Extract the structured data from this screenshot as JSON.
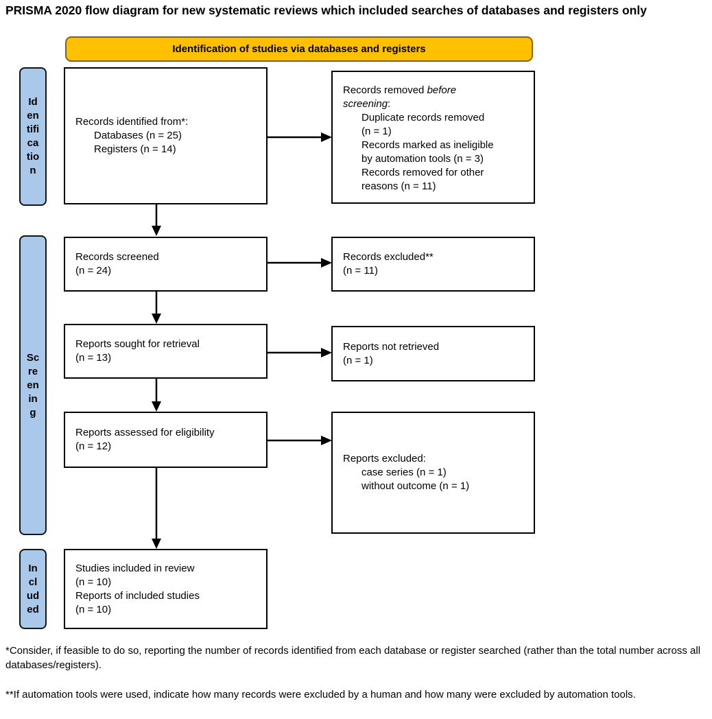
{
  "title": "PRISMA 2020 flow diagram for new systematic reviews which included searches of databases and registers only",
  "banner": {
    "label": "Identification of studies via databases and registers"
  },
  "colors": {
    "banner_bg": "#FFC000",
    "banner_border": "#8A6100",
    "stage_bg": "#A9C8EA",
    "box_border": "#000000"
  },
  "stages": {
    "identification": {
      "label": "Identification",
      "display": "Id\nen\ntifi\nca\ntio\nn"
    },
    "screening": {
      "label": "Screening",
      "display": "Sc\nre\nen\nin\ng"
    },
    "included": {
      "label": "Included",
      "display": "In\ncl\nud\ned"
    }
  },
  "flow_boxes": {
    "records_identified": {
      "lines": [
        {
          "runs": [
            {
              "text": "Records identified from*:"
            }
          ]
        },
        {
          "indent": true,
          "runs": [
            {
              "text": "Databases (n = 25)"
            }
          ]
        },
        {
          "indent": true,
          "runs": [
            {
              "text": "Registers (n = 14)"
            }
          ]
        }
      ]
    },
    "records_removed": {
      "lines": [
        {
          "runs": [
            {
              "text": "Records removed "
            },
            {
              "text": "before",
              "italic": true
            }
          ]
        },
        {
          "runs": [
            {
              "text": "screening",
              "italic": true
            },
            {
              "text": ":"
            }
          ]
        },
        {
          "indent": true,
          "runs": [
            {
              "text": "Duplicate records removed"
            }
          ]
        },
        {
          "indent": true,
          "runs": [
            {
              "text": "(n = 1)"
            }
          ]
        },
        {
          "indent": true,
          "runs": [
            {
              "text": "Records marked as ineligible"
            }
          ]
        },
        {
          "indent": true,
          "runs": [
            {
              "text": "by automation tools (n = 3)"
            }
          ]
        },
        {
          "indent": true,
          "runs": [
            {
              "text": "Records removed for other"
            }
          ]
        },
        {
          "indent": true,
          "runs": [
            {
              "text": "reasons (n = 11)"
            }
          ]
        }
      ]
    },
    "records_screened": {
      "lines": [
        {
          "runs": [
            {
              "text": "Records screened"
            }
          ]
        },
        {
          "runs": [
            {
              "text": "(n = 24)"
            }
          ]
        }
      ]
    },
    "records_excluded": {
      "lines": [
        {
          "runs": [
            {
              "text": "Records excluded**"
            }
          ]
        },
        {
          "runs": [
            {
              "text": "(n = 11)"
            }
          ]
        }
      ]
    },
    "reports_sought": {
      "lines": [
        {
          "runs": [
            {
              "text": "Reports sought for retrieval"
            }
          ]
        },
        {
          "runs": [
            {
              "text": "(n = 13)"
            }
          ]
        }
      ]
    },
    "reports_not_retrieved": {
      "lines": [
        {
          "runs": [
            {
              "text": "Reports not retrieved"
            }
          ]
        },
        {
          "runs": [
            {
              "text": "(n = 1)"
            }
          ]
        }
      ]
    },
    "reports_assessed": {
      "lines": [
        {
          "runs": [
            {
              "text": "Reports assessed for eligibility"
            }
          ]
        },
        {
          "runs": [
            {
              "text": "(n = 12)"
            }
          ]
        }
      ]
    },
    "reports_excluded": {
      "lines": [
        {
          "runs": [
            {
              "text": "Reports excluded:"
            }
          ]
        },
        {
          "indent": true,
          "runs": [
            {
              "text": "case series (n = 1)"
            }
          ]
        },
        {
          "indent": true,
          "runs": [
            {
              "text": "without outcome (n = 1)"
            }
          ]
        }
      ]
    },
    "studies_included": {
      "lines": [
        {
          "runs": [
            {
              "text": "Studies included in review"
            }
          ]
        },
        {
          "runs": [
            {
              "text": "(n = 10)"
            }
          ]
        },
        {
          "runs": [
            {
              "text": "Reports of included studies"
            }
          ]
        },
        {
          "runs": [
            {
              "text": "(n = 10)"
            }
          ]
        }
      ]
    }
  },
  "footnotes": [
    "*Consider, if feasible to do so, reporting the number of records identified from each database or register searched (rather than the total number across all databases/registers).",
    "**If automation tools were used, indicate how many records were excluded by a human and how many were excluded by automation tools."
  ]
}
